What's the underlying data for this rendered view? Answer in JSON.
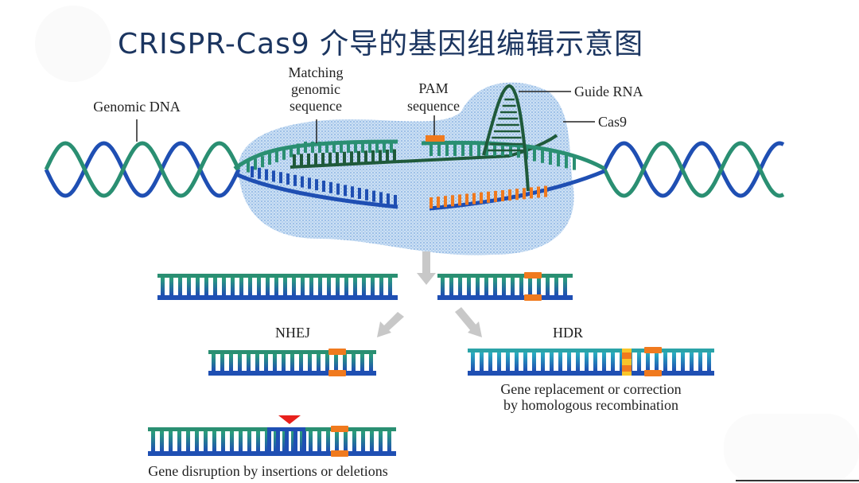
{
  "title": "CRISPR-Cas9 介导的基因组编辑示意图",
  "labels": {
    "genomic_dna": "Genomic DNA",
    "matching_line1": "Matching",
    "matching_line2": "genomic",
    "matching_line3": "sequence",
    "pam_line1": "PAM",
    "pam_line2": "sequence",
    "guide_rna": "Guide RNA",
    "cas9": "Cas9",
    "nhej": "NHEJ",
    "hdr": "HDR",
    "hdr_caption_line1": "Gene replacement or correction",
    "hdr_caption_line2": "by homologous recombination",
    "nhej_caption": "Gene disruption by insertions or deletions"
  },
  "colors": {
    "title": "#1b3560",
    "strand_green": "#2a8f72",
    "strand_teal": "#2aa3a8",
    "strand_blue": "#1f4fb3",
    "guide_rna": "#1f5a3a",
    "pam_orange": "#f07a1e",
    "hdr_yellow": "#f8c52a",
    "cas9_blob": "#a9c9ec",
    "arrow_gray": "#c8c8c8",
    "cut_marker_red": "#e8201c"
  }
}
